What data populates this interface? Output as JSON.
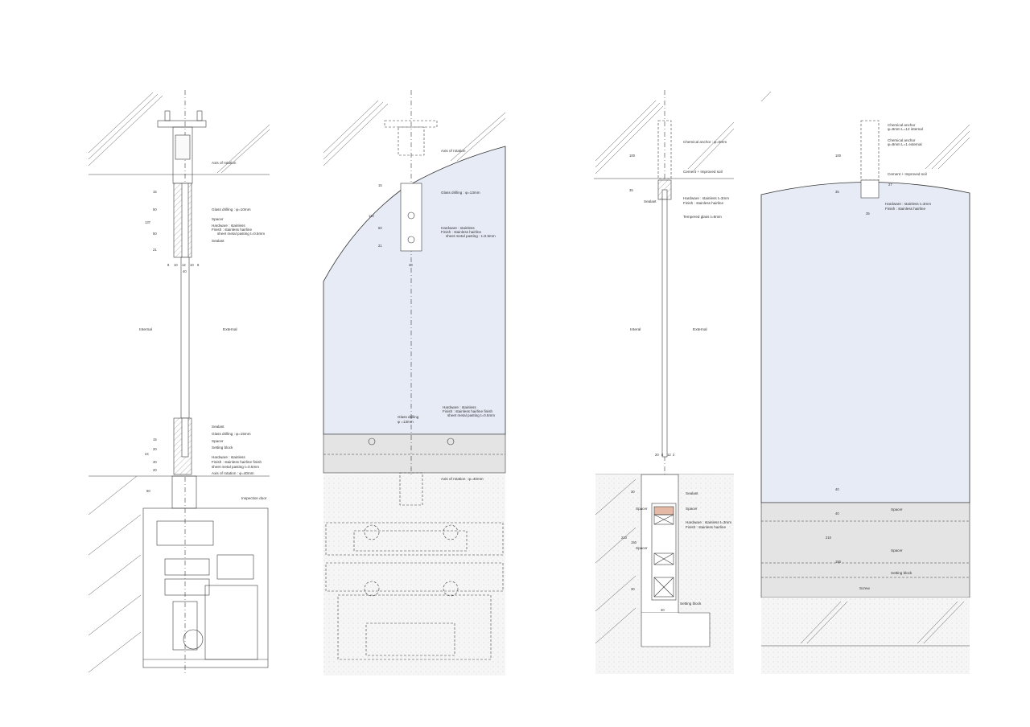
{
  "panel1": {
    "side_internal": "Internal",
    "side_external": "External",
    "labels": {
      "axis_of_rotation": "Axis of rotation",
      "glass_drilling_top": "Glass drilling : φ=10mm",
      "spacer_top": "Spacer",
      "hardware_1": "Hardware : stainless",
      "hardware_2": "Finish : stainless hairline",
      "hardware_3": "sheet metal pasting t=0.5mm",
      "sealant_top": "Sealant",
      "sealant_bottom": "Sealant",
      "glass_drilling_bottom": "Glass drilling : φ=15mm",
      "spacer_bottom": "Spacer",
      "setting_block": "Setting block",
      "hw_b1": "Hardware : stainless",
      "hw_b2": "Finish : stainless hairline finish",
      "hw_b3": "sheet metal pasting t=0.5mm",
      "axis_bottom": "Axis of rotation : φ=40mm",
      "inspection_door": "Inspection door"
    },
    "dims": {
      "d15a": "15",
      "d50a": "50",
      "d137": "137",
      "d50b": "50",
      "d21": "21",
      "d8a": "8",
      "d10a": "10",
      "d12": "12",
      "d10b": "10",
      "d8b": "8",
      "d40": "40",
      "d15b": "15",
      "d20": "20",
      "d24": "24",
      "d40b": "40",
      "d20b": "20",
      "d60": "60"
    }
  },
  "panel2": {
    "labels": {
      "axis_of_rotation": "Axis of rotation",
      "glass_drilling": "Glass drilling : φ=13mm",
      "hw_1": "Hardware : stainless",
      "hw_2": "Finish : stainless hairline",
      "hw_3": "sheet metal pasting : t=0.5mm",
      "glass_drilling_b1": "Glass drilling",
      "glass_drilling_b2": "φ =13mm",
      "hwb_1": "Hardware : stainless",
      "hwb_2": "Finish : stainless hairline finish",
      "hwb_3": "sheet metal pasting t=0.5mm",
      "axis_bottom": "Axis of rotation : φ=40mm"
    },
    "dims": {
      "d15": "15",
      "d110": "110",
      "d50": "50",
      "d21": "21",
      "d40": "40"
    }
  },
  "panel3": {
    "side_internal": "Interal",
    "side_external": "External",
    "labels": {
      "chemical_anchor": "Chemical anchor : φ=8mm",
      "cement": "Cement + Improved soil",
      "sealant_side": "Sealant",
      "hw_1": "Hardware : stainless t=3mm",
      "hw_2": "Finish : stainless hairline",
      "tempered_glass": "Tempered glass t=8mm",
      "sealant": "Sealant",
      "spacer_r": "Spacer",
      "spacer_l1": "Spacer",
      "hwb_1": "Hardware : stainless t=3mm",
      "hwb_2": "Finish : stainless hairline",
      "spacer_l2": "Spacer",
      "setting_block": "Setting block"
    },
    "dims": {
      "d100": "100",
      "d35": "35",
      "d20a": "20",
      "d8": "8",
      "d12": "12",
      "d2": "2",
      "d30": "30",
      "d210": "210",
      "d150": "150",
      "d30b": "30",
      "d40": "40"
    }
  },
  "panel4": {
    "labels": {
      "ca1_1": "Chemical anchor",
      "ca1_2": "φ=8mm L=12 internal",
      "ca2_1": "Chemical anchor",
      "ca2_2": "φ=8mm L=1 external",
      "cement": "Cement + Improved soil",
      "hw_1": "Hardware : stainless t=3mm",
      "hw_2": "Finish : stainless hairline",
      "spacer_1": "Spacer",
      "spacer_2": "Spacer",
      "setting_block": "Setting block",
      "screw": "Screw"
    },
    "dims": {
      "d100": "100",
      "d35": "35",
      "d27": "27",
      "d35b": "35",
      "d40": "40",
      "d40b": "40",
      "d210": "210",
      "d150": "150"
    }
  },
  "colors": {
    "glass_tint": "#e6ebf6",
    "block_gray": "#e4e4e4",
    "line": "#3a3a3a",
    "ground": "#f3f3f3"
  }
}
